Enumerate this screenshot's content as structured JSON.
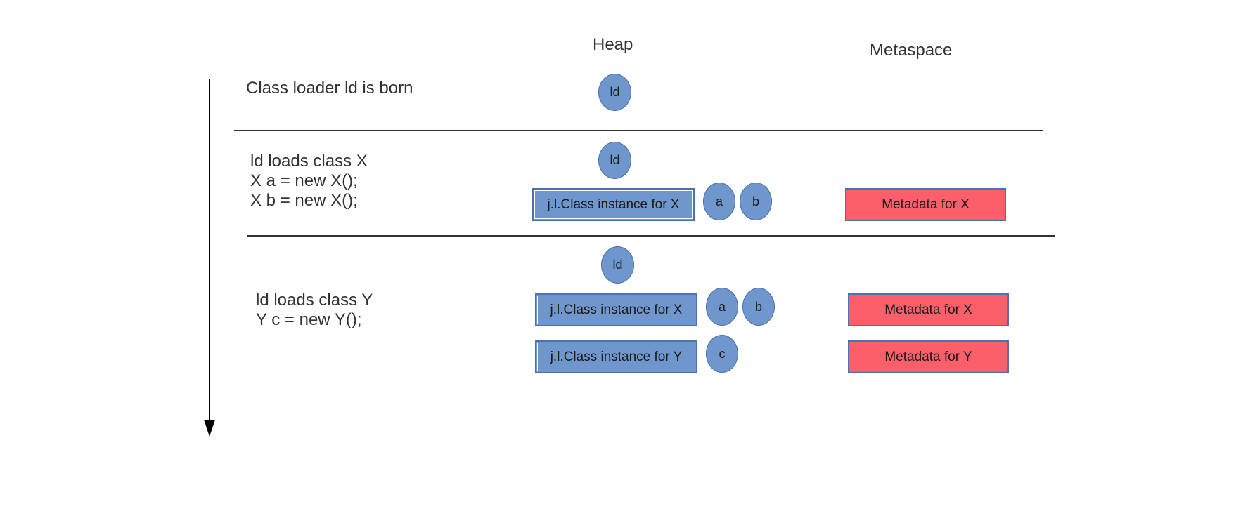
{
  "colors": {
    "heap": "#6f97cd",
    "metaspace": "#fb5f69",
    "line": "#333333"
  },
  "columns": {
    "heap": "Heap",
    "metaspace": "Metaspace"
  },
  "stages": [
    {
      "text": [
        "Class loader ld is born"
      ],
      "loader": "ld"
    },
    {
      "text": [
        "ld loads class X",
        "X a = new X();",
        "X b = new X();"
      ],
      "loader": "ld",
      "class_instances": [
        "j.l.Class instance for X"
      ],
      "objects": [
        "a",
        "b"
      ],
      "metadata": [
        "Metadata for X"
      ]
    },
    {
      "text": [
        "ld loads class Y",
        "Y c = new Y();"
      ],
      "loader": "ld",
      "class_instances": [
        "j.l.Class instance for X",
        "j.l.Class instance for Y"
      ],
      "objects_row1": [
        "a",
        "b"
      ],
      "objects_row2": [
        "c"
      ],
      "metadata": [
        "Metadata for X",
        "Metadata for Y"
      ]
    }
  ]
}
